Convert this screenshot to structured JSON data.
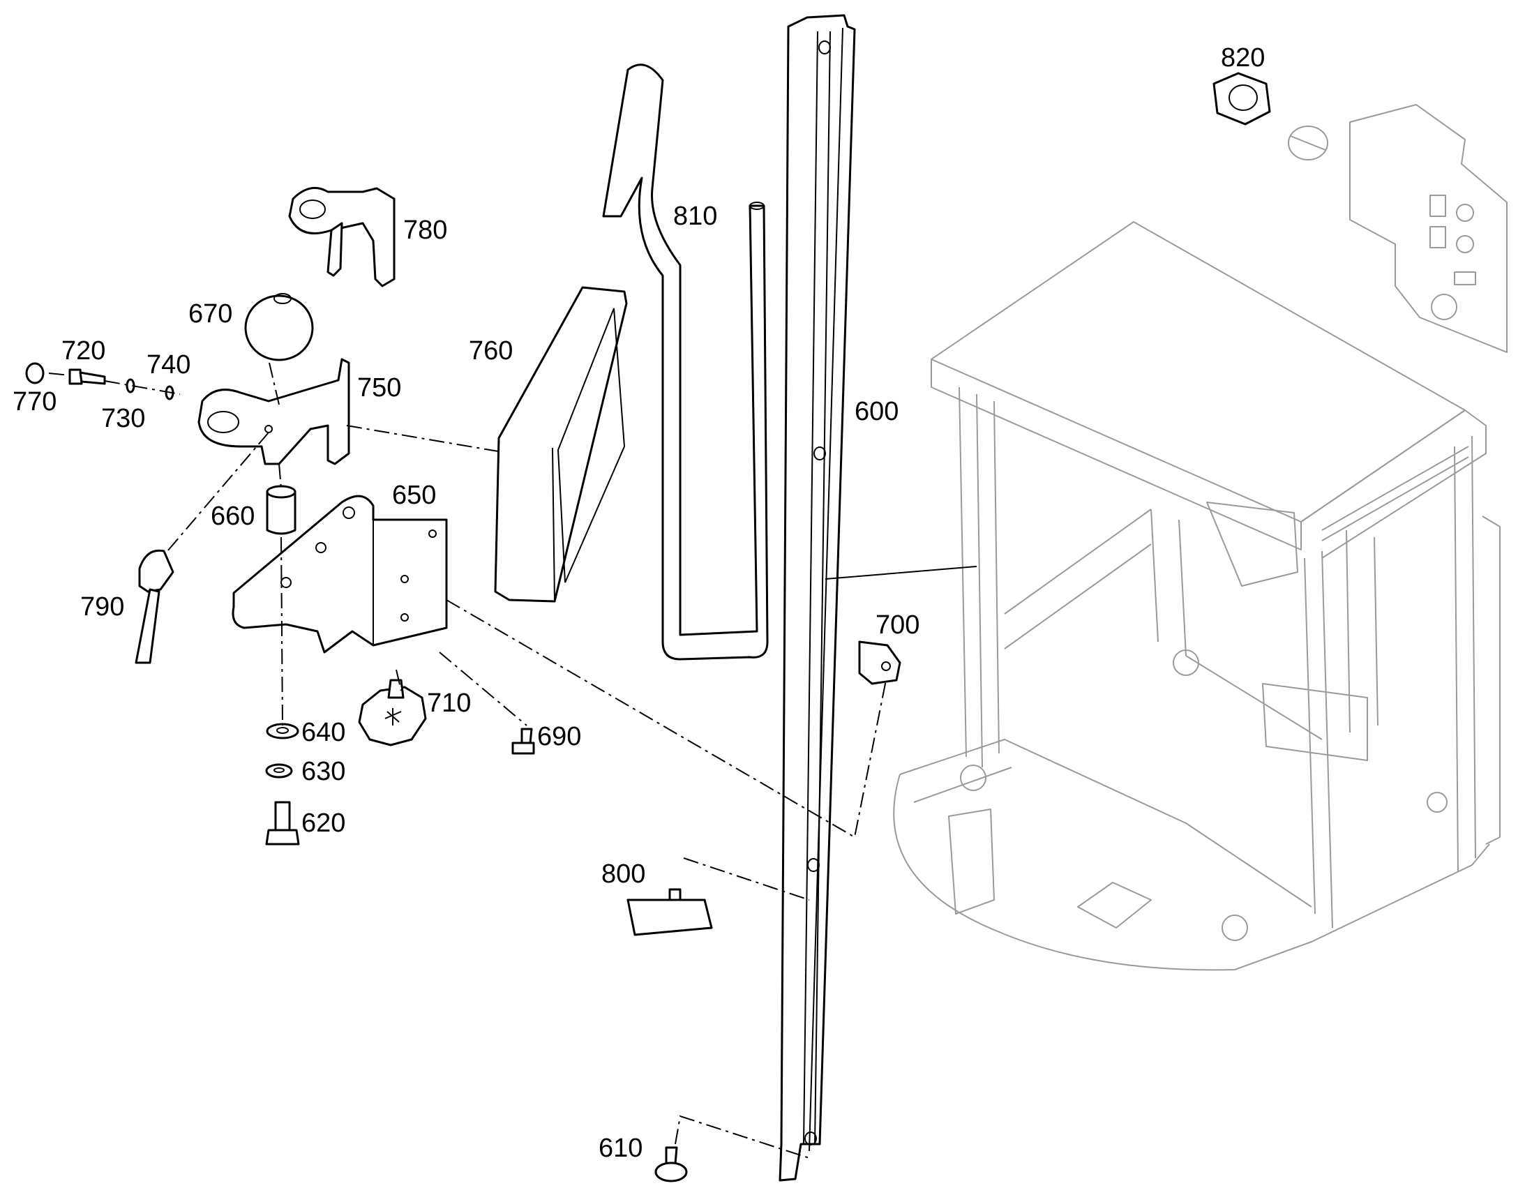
{
  "diagram": {
    "callouts": [
      {
        "id": "820",
        "text": "820"
      },
      {
        "id": "810",
        "text": "810"
      },
      {
        "id": "780",
        "text": "780"
      },
      {
        "id": "670",
        "text": "670"
      },
      {
        "id": "720",
        "text": "720"
      },
      {
        "id": "740",
        "text": "740"
      },
      {
        "id": "770",
        "text": "770"
      },
      {
        "id": "730",
        "text": "730"
      },
      {
        "id": "750",
        "text": "750"
      },
      {
        "id": "760",
        "text": "760"
      },
      {
        "id": "600",
        "text": "600"
      },
      {
        "id": "650",
        "text": "650"
      },
      {
        "id": "660",
        "text": "660"
      },
      {
        "id": "790",
        "text": "790"
      },
      {
        "id": "700",
        "text": "700"
      },
      {
        "id": "710",
        "text": "710"
      },
      {
        "id": "640",
        "text": "640"
      },
      {
        "id": "690",
        "text": "690"
      },
      {
        "id": "630",
        "text": "630"
      },
      {
        "id": "620",
        "text": "620"
      },
      {
        "id": "800",
        "text": "800"
      },
      {
        "id": "610",
        "text": "610"
      }
    ]
  }
}
